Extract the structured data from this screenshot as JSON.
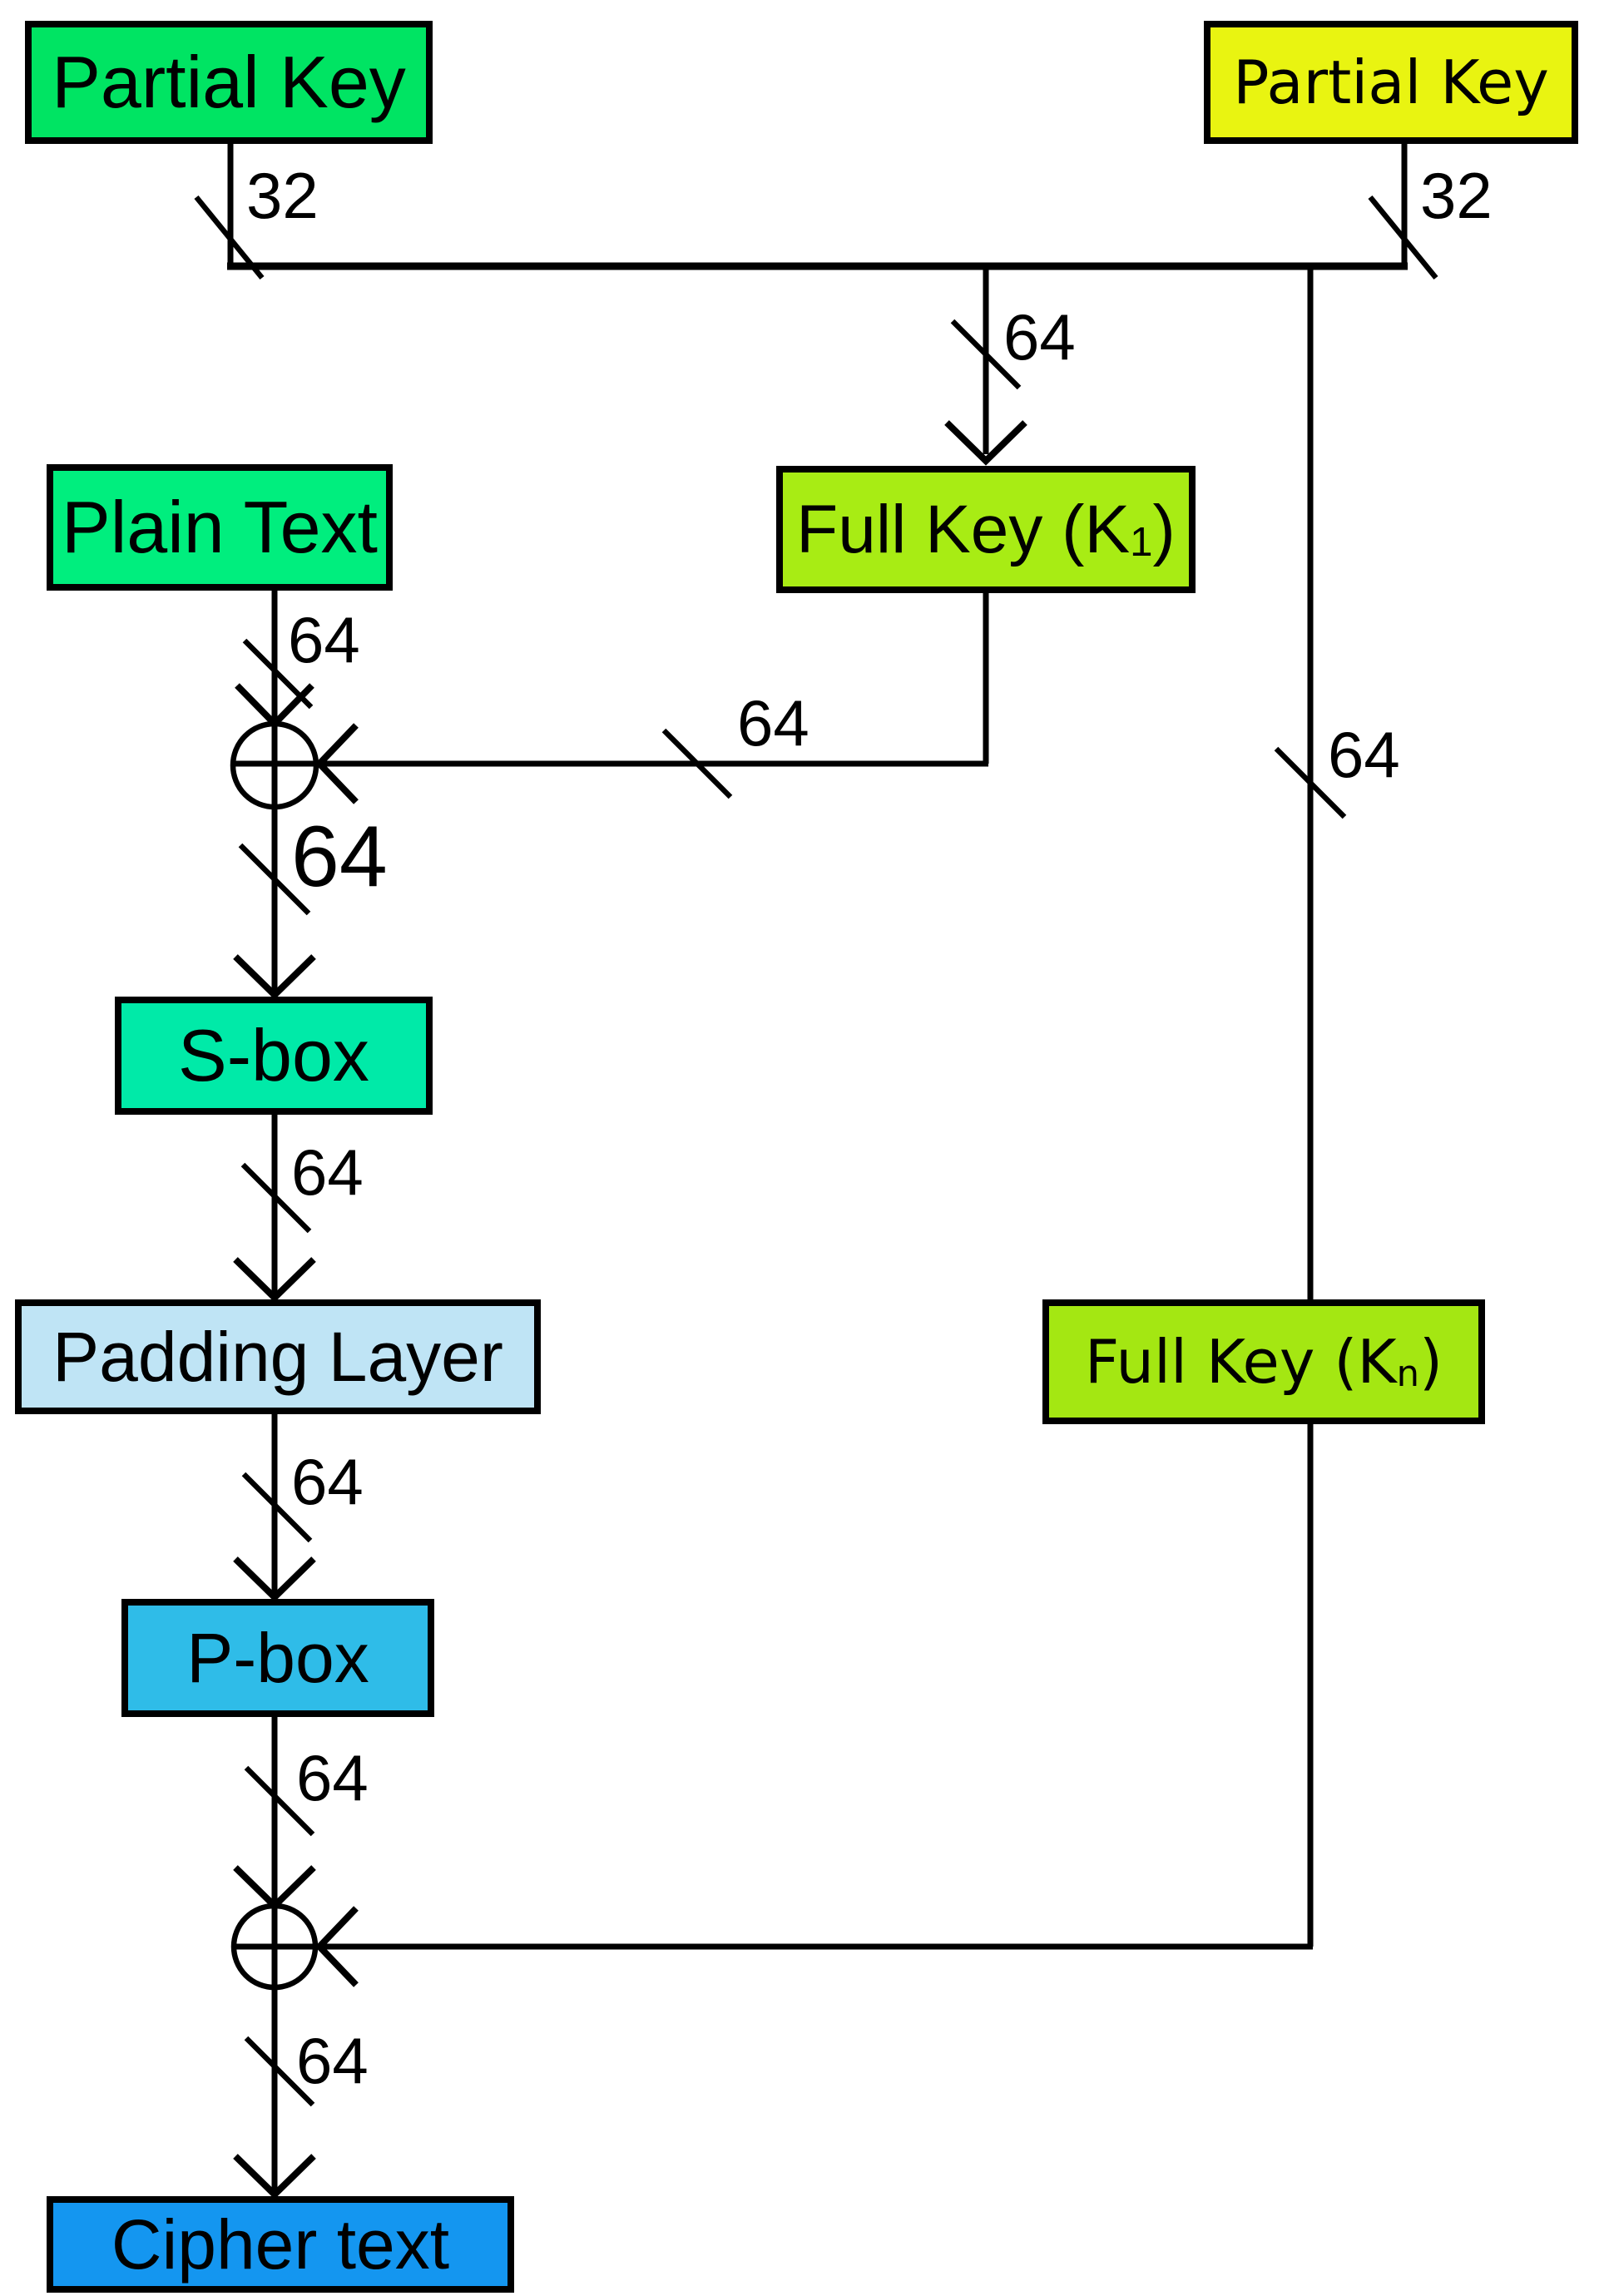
{
  "figure": {
    "type": "block-cipher-diagram",
    "boxes": {
      "partial_key_left": "Partial Key",
      "partial_key_right": "Partial Key",
      "plain_text": "Plain Text",
      "full_key_1_prefix": "Full Key (K",
      "full_key_1_sub": "1",
      "full_key_1_suffix": ")",
      "s_box": "S-box",
      "padding_layer": "Padding Layer",
      "p_box": "P-box",
      "full_key_n_prefix": "Full Key (K",
      "full_key_n_sub": "n",
      "full_key_n_suffix": ")",
      "cipher_text": "Cipher text"
    },
    "bus_width_labels": {
      "partial_key_left_bits": "32",
      "partial_key_right_bits": "32",
      "merged_to_full_key_1_bits": "64",
      "plain_text_to_xor1_bits": "64",
      "full_key_1_to_xor1_bits": "64",
      "xor1_to_s_box_bits": "64",
      "full_key_n_line_bits": "64",
      "s_box_to_padding_bits": "64",
      "padding_to_p_box_bits": "64",
      "p_box_to_xor2_bits": "64",
      "xor2_to_cipher_bits": "64"
    },
    "colors": {
      "partial_key_left_fill": "#00E463",
      "partial_key_right_fill": "#E9F411",
      "plain_text_fill": "#00EE7E",
      "full_key_1_fill": "#A8EC14",
      "full_key_n_fill": "#A4E712",
      "s_box_fill": "#00EAA8",
      "padding_layer_fill": "#BFE4F5",
      "p_box_fill": "#2FBCE8",
      "cipher_text_fill": "#1496F0",
      "line_color": "#000000",
      "background": "#FFFFFF"
    }
  }
}
